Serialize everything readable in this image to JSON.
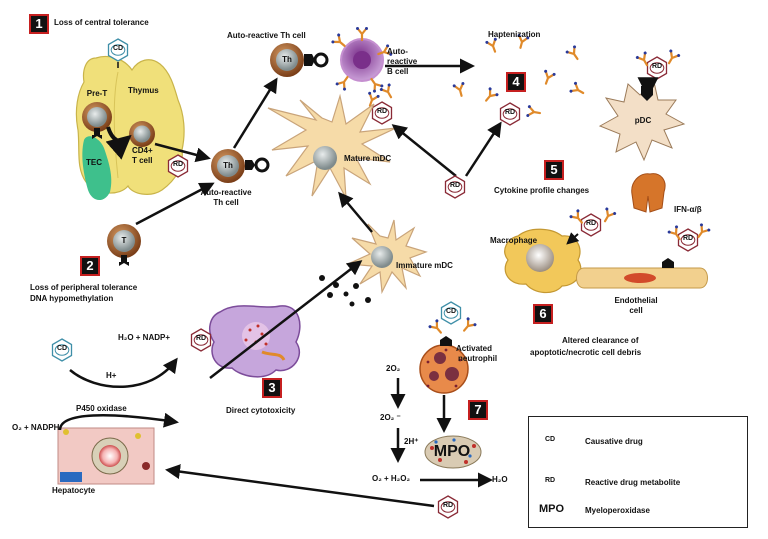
{
  "steps": {
    "s1": {
      "number": "1",
      "title": "Loss of central tolerance"
    },
    "s2": {
      "number": "2",
      "title": "Loss of peripheral tolerance",
      "subtitle": "DNA hypomethylation"
    },
    "s3": {
      "number": "3",
      "title": "Direct cytotoxicity"
    },
    "s4": {
      "number": "4",
      "title": "Haptenization"
    },
    "s5": {
      "number": "5",
      "title": "Cytokine profile changes"
    },
    "s6": {
      "number": "6",
      "title": "Altered clearance of",
      "title2": "apoptotic/necrotic cell debris"
    },
    "s7": {
      "number": "7"
    }
  },
  "labels": {
    "thymus": "Thymus",
    "pre_t": "Pre-T",
    "tec": "TEC",
    "cd4_line1": "CD4+",
    "cd4_line2": "T cell",
    "auto_th_top": "Auto-reactive Th cell",
    "auto_b_1": "Auto-",
    "auto_b_2": "reactive",
    "auto_b_3": "B cell",
    "auto_th_mid_1": "Auto-reactive",
    "auto_th_mid_2": "Th cell",
    "mature_mdc": "Mature mDC",
    "immature_mdc": "Immature mDC",
    "pdc": "pDC",
    "ifn": "IFN-α/β",
    "macrophage": "Macrophage",
    "endothelial_1": "Endothelial",
    "endothelial_2": "cell",
    "h2o_nadp": "H₂O + NADP+",
    "h_plus": "H+",
    "p450": "P450 oxidase",
    "o2_nadph": "O₂ + NADPH",
    "hepatocyte": "Hepatocyte",
    "activated_1": "Activated",
    "activated_2": "neutrophil",
    "two_o2": "2O₂",
    "two_o2_minus": "2O₂ ⁻",
    "two_h": "2H⁺",
    "o2_h2o2": "O₂ + H₂O₂",
    "h2o": "H₂O",
    "mpo_cell": "MPO",
    "th": "Th",
    "t": "T"
  },
  "badges": {
    "cd": "CD",
    "rd": "RD"
  },
  "legend": {
    "causative": "Causative drug",
    "reactive": "Reactive drug metabolite",
    "mpo_key": "MPO",
    "mpo_desc": "Myeloperoxidase"
  },
  "colors": {
    "cd_ring": "#3f8fa8",
    "rd_ring": "#8a2a36",
    "thymus": "#f0e07a",
    "cell_outer": "#9a5a2a",
    "nucleus": "#9ba6a8",
    "dc_body": "#f6dba8",
    "macrophage": "#f2c85a",
    "pdc_body": "#f3dfc7",
    "hepatocyte": "#f2c9c4",
    "neutrophil": "#e88a4a",
    "tec": "#3ec08c",
    "b_cell": "#c58fd0",
    "arrow": "#111111"
  }
}
